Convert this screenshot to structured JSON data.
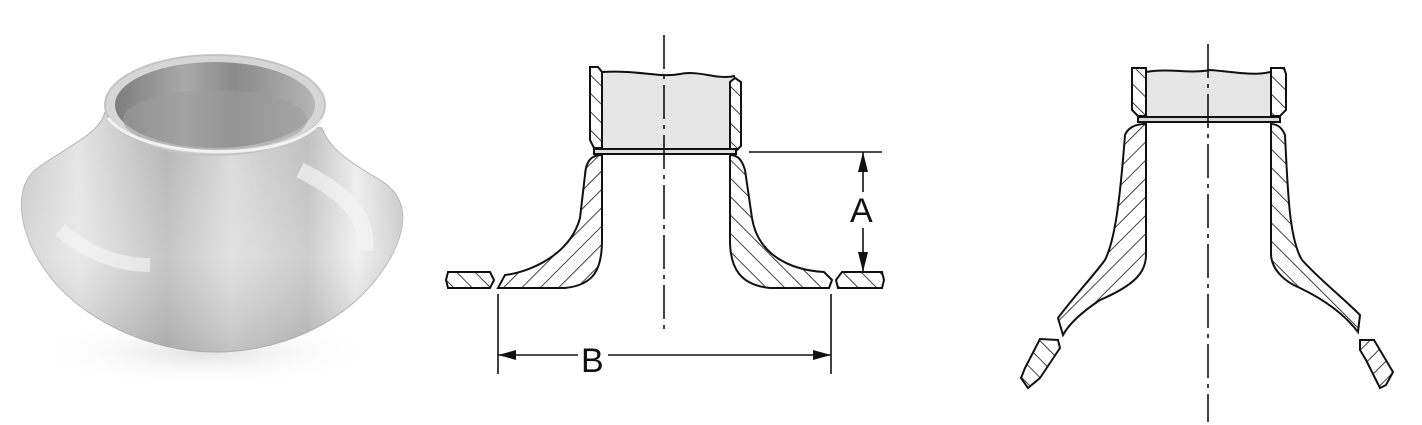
{
  "figure": {
    "subject": "Sweepolet (contoured integrally reinforced branch outlet fitting)",
    "panels": [
      {
        "id": "photo",
        "description": "Product photo of a stainless-steel sweepolet fitting"
      },
      {
        "id": "section-dimensioned",
        "description": "Cross-section of sweepolet welded to branch pipe on run pipe, with dimensions"
      },
      {
        "id": "section-contoured",
        "description": "Cross-section of sweepolet contoured onto a curved run pipe"
      }
    ]
  },
  "dimensions": {
    "a_label": "A",
    "b_label": "B"
  },
  "colors": {
    "line": "#111111",
    "pipe_fill": "#e6e6e6",
    "metal_dark": "#8e8e8e",
    "metal_light": "#e9e9e9",
    "background": "#ffffff"
  }
}
